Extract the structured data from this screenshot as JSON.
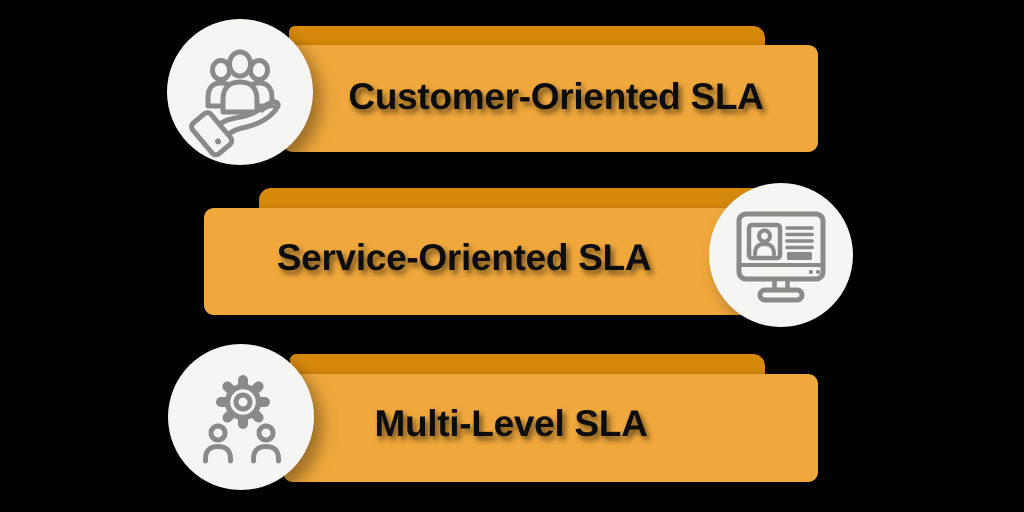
{
  "diagram": {
    "description": "Three stacked orange banners listing SLA types, each with a circular gray line-art icon",
    "background_color": "#000000"
  },
  "colors": {
    "bar": "#F0A83C",
    "shadow_band": "#D6890B",
    "label_text": "#0C0C0C",
    "icon_circle": "#F5F5F4",
    "icon_stroke": "#8A8A8A"
  },
  "banners": [
    {
      "label": "Customer-Oriented SLA",
      "icon": "customers-in-hand-icon",
      "icon_side": "left"
    },
    {
      "label": "Service-Oriented SLA",
      "icon": "monitor-profile-icon",
      "icon_side": "right"
    },
    {
      "label": "Multi-Level SLA",
      "icon": "gear-team-icon",
      "icon_side": "left"
    }
  ]
}
